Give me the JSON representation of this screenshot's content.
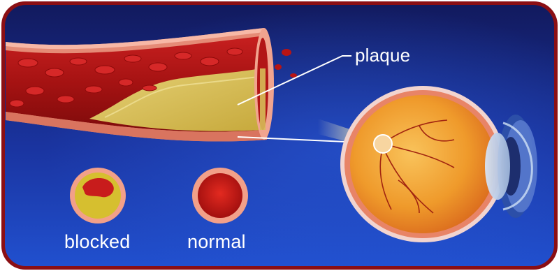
{
  "labels": {
    "plaque": "plaque",
    "blocked": "blocked",
    "normal": "normal"
  },
  "colors": {
    "frame_border": "#8b0f14",
    "background_top": "#15206a",
    "background_bottom": "#1f48c4",
    "blood": "#b51818",
    "vessel_wall": "#f0a08a",
    "plaque": "#d8c15a",
    "eye": "#f0a12e",
    "pointer_line": "#ffffff"
  },
  "icons": [
    "artery-illustration",
    "eye-illustration",
    "blocked-vessel-cross-section",
    "normal-vessel-cross-section"
  ]
}
